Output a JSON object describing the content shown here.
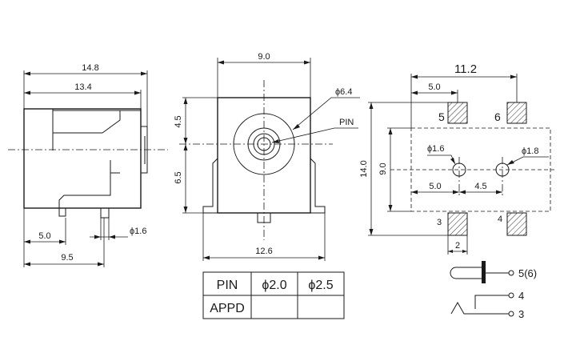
{
  "side_view": {
    "dim_total_width": "14.8",
    "dim_body_width": "13.4",
    "dim_pin_offset": "5.0",
    "dim_pin_span": "9.5",
    "dim_pin_dia": "ϕ1.6"
  },
  "front_view": {
    "dim_width_top": "9.0",
    "dim_height_upper": "4.5",
    "dim_height_lower": "6.5",
    "dim_outer_dia": "ϕ6.4",
    "pin_label": "PIN",
    "dim_base_width": "12.6"
  },
  "footprint": {
    "dim_pad_span": "11.2",
    "dim_pad_offset": "5.0",
    "dim_height": "14.0",
    "dim_inner_height": "9.0",
    "hole_left_dia": "ϕ1.6",
    "hole_right_dia": "ϕ1.8",
    "dim_holes_left": "5.0",
    "dim_holes_right": "4.5",
    "dim_pad_width": "2",
    "pad_labels": [
      "5",
      "6",
      "3",
      "4"
    ]
  },
  "pin_table": {
    "headers": [
      "PIN",
      "ϕ2.0",
      "ϕ2.5"
    ],
    "rows": [
      [
        "APPD",
        "",
        ""
      ]
    ]
  },
  "schematic": {
    "label_5_6": "5(6)",
    "label_4": "4",
    "label_3": "3"
  }
}
